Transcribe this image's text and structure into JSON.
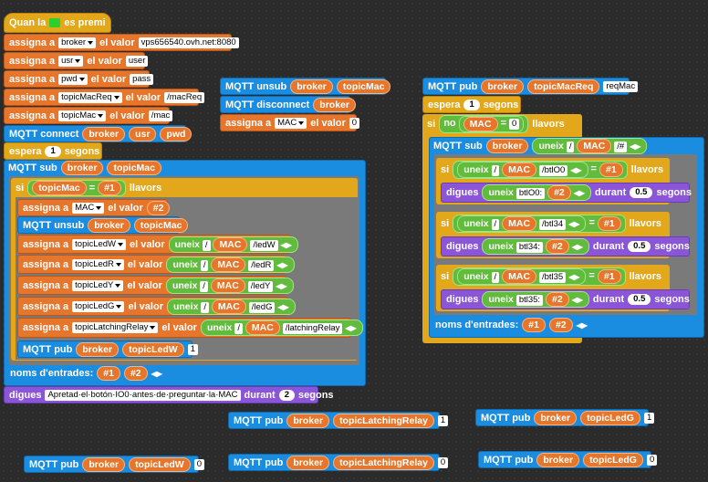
{
  "script1": {
    "hat": {
      "pre": "Quan la",
      "post": "es premi"
    },
    "assign": [
      {
        "kw": "assigna a",
        "var": "broker",
        "mid": "el valor",
        "val": "vps656540.ovh.net:8080"
      },
      {
        "kw": "assigna a",
        "var": "usr",
        "mid": "el valor",
        "val": "user"
      },
      {
        "kw": "assigna a",
        "var": "pwd",
        "mid": "el valor",
        "val": "pass"
      },
      {
        "kw": "assigna a",
        "var": "topicMacReq",
        "mid": "el valor",
        "val": "/macReq"
      },
      {
        "kw": "assigna a",
        "var": "topicMac",
        "mid": "el valor",
        "val": "/mac"
      }
    ],
    "connect": {
      "label": "MQTT connect",
      "a": "broker",
      "b": "usr",
      "c": "pwd"
    },
    "wait": {
      "label": "espera",
      "num": "1",
      "unit": "segons"
    },
    "sub": {
      "label": "MQTT sub",
      "a": "broker",
      "b": "topicMac"
    },
    "if": {
      "si": "si",
      "var": "topicMac",
      "eq": "=",
      "val": "#1",
      "then": "llavors"
    },
    "assignMac": {
      "kw": "assigna a",
      "var": "MAC",
      "mid": "el valor",
      "val": "#2"
    },
    "unsub": {
      "label": "MQTT unsub",
      "a": "broker",
      "b": "topicMac"
    },
    "leds": [
      {
        "kw": "assigna a",
        "var": "topicLedW",
        "mid": "el valor",
        "fn": "uneix",
        "arg1": "MAC",
        "arg2": "/ledW"
      },
      {
        "kw": "assigna a",
        "var": "topicLedR",
        "mid": "el valor",
        "fn": "uneix",
        "arg1": "MAC",
        "arg2": "/ledR"
      },
      {
        "kw": "assigna a",
        "var": "topicLedY",
        "mid": "el valor",
        "fn": "uneix",
        "arg1": "MAC",
        "arg2": "/ledY"
      },
      {
        "kw": "assigna a",
        "var": "topicLedG",
        "mid": "el valor",
        "fn": "uneix",
        "arg1": "MAC",
        "arg2": "/ledG"
      },
      {
        "kw": "assigna a",
        "var": "topicLatchingRelay",
        "mid": "el valor",
        "fn": "uneix",
        "arg1": "MAC",
        "arg2": "/latchingRelay"
      }
    ],
    "pubW": {
      "label": "MQTT pub",
      "a": "broker",
      "b": "topicLedW",
      "val": "1"
    },
    "inputs": {
      "label": "noms d'entrades:",
      "a": "#1",
      "b": "#2"
    },
    "say": {
      "label": "digues",
      "text": "Apretad·el·botón·IO0·antes·de·preguntar·la·MAC",
      "mid": "durant",
      "num": "2",
      "unit": "segons"
    }
  },
  "script2": {
    "unsub": {
      "label": "MQTT unsub",
      "a": "broker",
      "b": "topicMac"
    },
    "disconnect": {
      "label": "MQTT disconnect",
      "a": "broker"
    },
    "assign": {
      "kw": "assigna a",
      "var": "MAC",
      "mid": "el valor",
      "val": "0"
    }
  },
  "script3": {
    "pub": {
      "label": "MQTT pub",
      "a": "broker",
      "b": "topicMacReq",
      "val": "reqMac"
    },
    "wait": {
      "label": "espera",
      "num": "1",
      "unit": "segons"
    },
    "if": {
      "si": "si",
      "not": "no",
      "var": "MAC",
      "eq": "=",
      "val": "0",
      "then": "llavors"
    },
    "sub": {
      "label": "MQTT sub",
      "a": "broker",
      "fn": "uneix",
      "arg1": "MAC",
      "arg2": "/#"
    },
    "branches": [
      {
        "si": "si",
        "fn": "uneix",
        "arg1": "MAC",
        "arg2": "/btlO0",
        "eq": "=",
        "val": "#1",
        "then": "llavors",
        "say": "digues",
        "sfn": "uneix",
        "sarg1": "btlO0:",
        "sarg2": "#2",
        "mid": "durant",
        "num": "0.5",
        "unit": "segons"
      },
      {
        "si": "si",
        "fn": "uneix",
        "arg1": "MAC",
        "arg2": "/btl34",
        "eq": "=",
        "val": "#1",
        "then": "llavors",
        "say": "digues",
        "sfn": "uneix",
        "sarg1": "btl34:",
        "sarg2": "#2",
        "mid": "durant",
        "num": "0.5",
        "unit": "segons"
      },
      {
        "si": "si",
        "fn": "uneix",
        "arg1": "MAC",
        "arg2": "/btl35",
        "eq": "=",
        "val": "#1",
        "then": "llavors",
        "say": "digues",
        "sfn": "uneix",
        "sarg1": "btl35:",
        "sarg2": "#2",
        "mid": "durant",
        "num": "0.5",
        "unit": "segons"
      }
    ],
    "inputs": {
      "label": "noms d'entrades:",
      "a": "#1",
      "b": "#2"
    }
  },
  "loose": [
    {
      "label": "MQTT pub",
      "a": "broker",
      "b": "topicLatchingRelay",
      "val": "1"
    },
    {
      "label": "MQTT pub",
      "a": "broker",
      "b": "topicLedG",
      "val": "1"
    },
    {
      "label": "MQTT pub",
      "a": "broker",
      "b": "topicLedW",
      "val": "0"
    },
    {
      "label": "MQTT pub",
      "a": "broker",
      "b": "topicLatchingRelay",
      "val": "0"
    },
    {
      "label": "MQTT pub",
      "a": "broker",
      "b": "topicLedG",
      "val": "0"
    }
  ]
}
